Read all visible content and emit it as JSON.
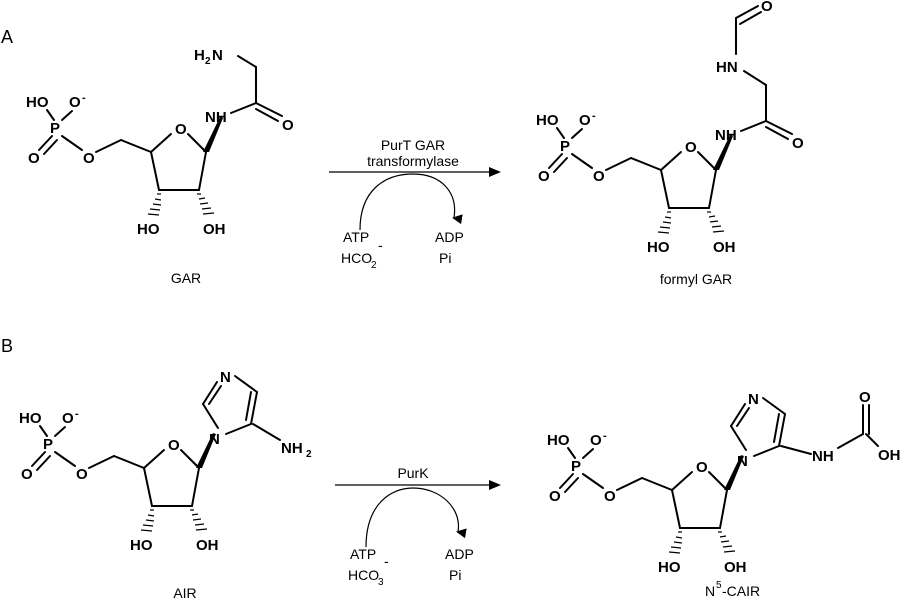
{
  "panels": [
    {
      "letter": "A",
      "substrate_name": "GAR",
      "product_name": "formyl GAR",
      "enzyme_line1": "PurT GAR",
      "enzyme_line2": "transformylase",
      "inputs": {
        "line1": "ATP",
        "line2_main": "HCO",
        "line2_sub": "2",
        "line2_sup": "-"
      },
      "outputs": {
        "line1": "ADP",
        "line2": "Pi"
      }
    },
    {
      "letter": "B",
      "substrate_name": "AIR",
      "product_name_pre": "N",
      "product_name_sup": "5",
      "product_name_post": "-CAIR",
      "enzyme_line1": "PurK",
      "inputs": {
        "line1": "ATP",
        "line2_main": "HCO",
        "line2_sub": "3",
        "line2_sup": "-"
      },
      "outputs": {
        "line1": "ADP",
        "line2": "Pi"
      }
    }
  ],
  "atoms": {
    "HO": "HO",
    "O": "O",
    "P": "P",
    "N": "N",
    "H": "H",
    "OH": "OH",
    "HN": "HN",
    "NH": "NH",
    "NH2_main": "NH",
    "NH2_sub": "2",
    "H2N_h": "H",
    "H2N_sub": "2",
    "H2N_n": "N",
    "minus": "-"
  }
}
